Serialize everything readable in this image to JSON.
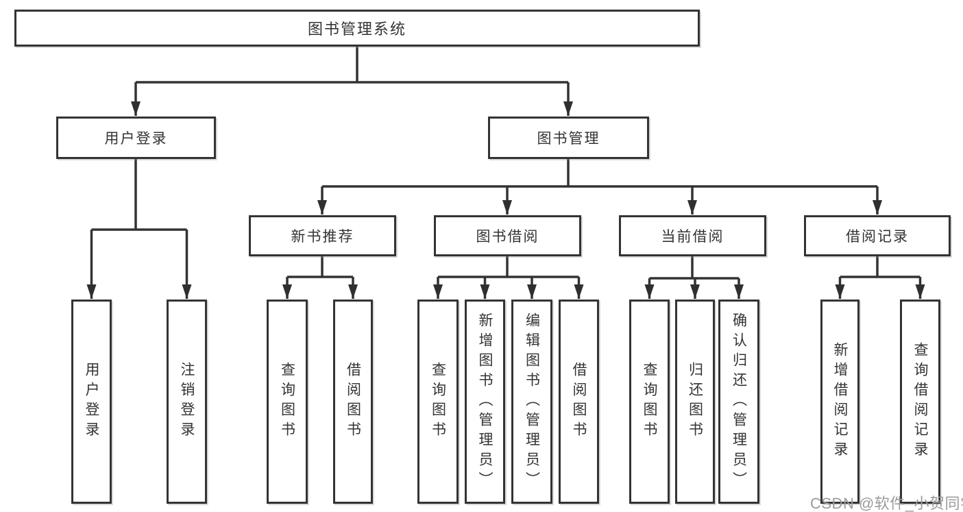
{
  "tree": {
    "root": {
      "label": "图书管理系统"
    },
    "user_login": {
      "label": "用户登录",
      "children": [
        {
          "label": "用户登录"
        },
        {
          "label": "注销登录"
        }
      ]
    },
    "book_management": {
      "label": "图书管理",
      "sections": [
        {
          "label": "新书推荐",
          "children": [
            {
              "label": "查询图书"
            },
            {
              "label": "借阅图书"
            }
          ]
        },
        {
          "label": "图书借阅",
          "children": [
            {
              "label": "查询图书"
            },
            {
              "label": "新增图书（管理员）"
            },
            {
              "label": "编辑图书（管理员）"
            },
            {
              "label": "借阅图书"
            }
          ]
        },
        {
          "label": "当前借阅",
          "children": [
            {
              "label": "查询图书"
            },
            {
              "label": "归还图书"
            },
            {
              "label": "确认归还（管理员）"
            }
          ]
        },
        {
          "label": "借阅记录",
          "children": [
            {
              "label": "新增借阅记录"
            },
            {
              "label": "查询借阅记录"
            }
          ]
        }
      ]
    }
  },
  "watermark": {
    "text": "CSDN @软件_小贺同学"
  },
  "colors": {
    "line": "#333333",
    "box_border": "#333333",
    "text": "#333333",
    "watermark": "#9b9b9b",
    "background": "#ffffff"
  }
}
